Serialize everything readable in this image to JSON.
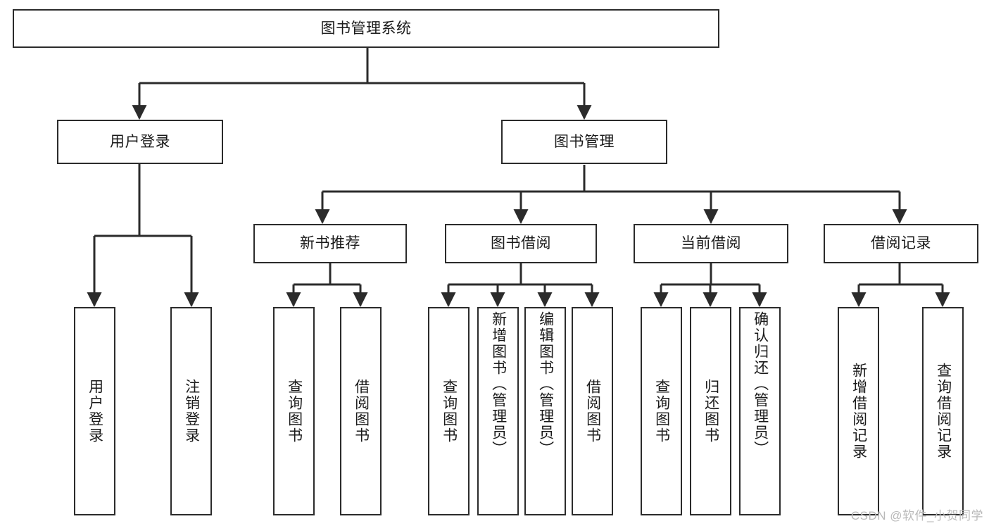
{
  "diagram": {
    "type": "tree",
    "title": "图书管理系统",
    "colors": {
      "stroke": "#2b2b2b",
      "fill": "#ffffff",
      "text": "#1a1a1a",
      "watermark": "#b9b9b9"
    },
    "nodes": {
      "root": "图书管理系统",
      "user_login": "用户登录",
      "book_manage": "图书管理",
      "new_book_rec": "新书推荐",
      "book_borrow": "图书借阅",
      "current_borrow": "当前借阅",
      "borrow_record": "借阅记录",
      "leaf_user_login": "用户登录",
      "leaf_logout": "注销登录",
      "leaf_query_book_1": "查询图书",
      "leaf_borrow_book_1": "借阅图书",
      "leaf_query_book_2": "查询图书",
      "leaf_add_book_admin": "新增图书（管理员）",
      "leaf_edit_book_admin": "编辑图书（管理员）",
      "leaf_borrow_book_2": "借阅图书",
      "leaf_query_book_3": "查询图书",
      "leaf_return_book": "归还图书",
      "leaf_confirm_return_admin": "确认归还（管理员）",
      "leaf_add_borrow_record": "新增借阅记录",
      "leaf_query_borrow_record": "查询借阅记录"
    },
    "edges": [
      {
        "from": "root",
        "to": "user_login"
      },
      {
        "from": "root",
        "to": "book_manage"
      },
      {
        "from": "user_login",
        "to": "leaf_user_login"
      },
      {
        "from": "user_login",
        "to": "leaf_logout"
      },
      {
        "from": "book_manage",
        "to": "new_book_rec"
      },
      {
        "from": "book_manage",
        "to": "book_borrow"
      },
      {
        "from": "book_manage",
        "to": "current_borrow"
      },
      {
        "from": "book_manage",
        "to": "borrow_record"
      },
      {
        "from": "new_book_rec",
        "to": "leaf_query_book_1"
      },
      {
        "from": "new_book_rec",
        "to": "leaf_borrow_book_1"
      },
      {
        "from": "book_borrow",
        "to": "leaf_query_book_2"
      },
      {
        "from": "book_borrow",
        "to": "leaf_add_book_admin"
      },
      {
        "from": "book_borrow",
        "to": "leaf_edit_book_admin"
      },
      {
        "from": "book_borrow",
        "to": "leaf_borrow_book_2"
      },
      {
        "from": "current_borrow",
        "to": "leaf_query_book_3"
      },
      {
        "from": "current_borrow",
        "to": "leaf_return_book"
      },
      {
        "from": "current_borrow",
        "to": "leaf_confirm_return_admin"
      },
      {
        "from": "borrow_record",
        "to": "leaf_add_borrow_record"
      },
      {
        "from": "borrow_record",
        "to": "leaf_query_borrow_record"
      }
    ]
  },
  "watermark": {
    "text": "CSDN @软件_小贺同学"
  }
}
